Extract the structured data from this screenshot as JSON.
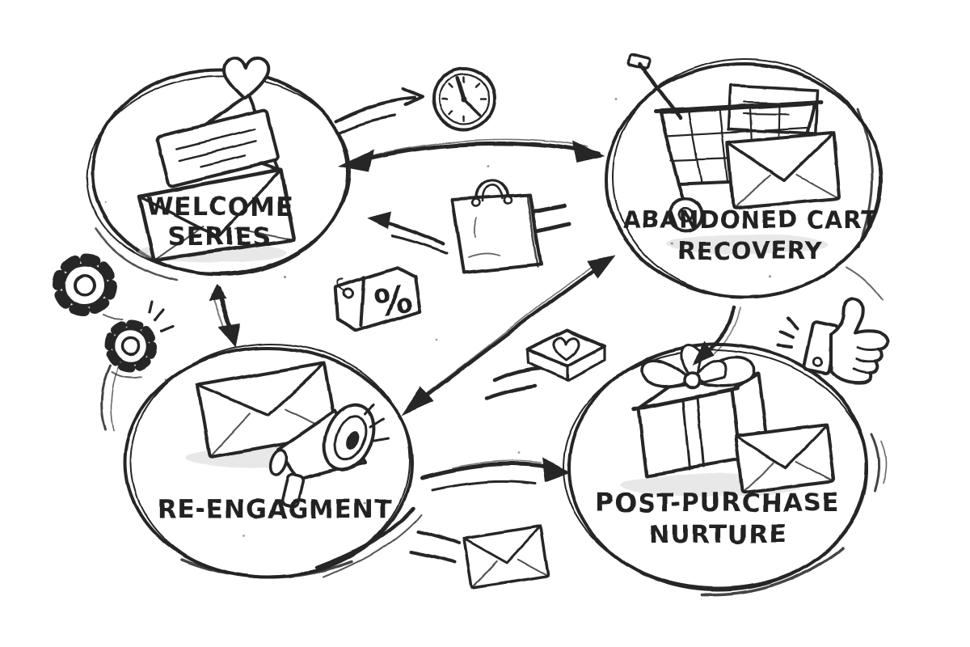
{
  "diagram": {
    "type": "flow-diagram",
    "style": "hand-drawn-sketch",
    "background_color": "#ffffff",
    "ink_color": "#252525",
    "shade_color": "#c8c8c8",
    "nodes": [
      {
        "id": "welcome-series",
        "lines": [
          "WELCOME",
          "SERIES"
        ],
        "icons": [
          "open-envelope-icon",
          "letter-icon",
          "heart-icon"
        ]
      },
      {
        "id": "abandoned-cart-recovery",
        "lines": [
          "ABANDONED CART",
          "RECOVERY"
        ],
        "icons": [
          "shopping-cart-icon",
          "envelope-icon"
        ]
      },
      {
        "id": "re-engagement",
        "lines": [
          "RE-ENGAGMENT"
        ],
        "icons": [
          "envelope-icon",
          "megaphone-icon"
        ]
      },
      {
        "id": "post-purchase-nurture",
        "lines": [
          "POST-PURCHASE",
          "NURTURE"
        ],
        "icons": [
          "gift-box-icon",
          "envelope-icon"
        ]
      }
    ],
    "decorations": {
      "discount_tag_label": "%",
      "items": [
        "heart-icon",
        "clock-icon",
        "shopping-bag-icon",
        "discount-tag-icon",
        "gear-icon",
        "gear-icon",
        "gift-heart-box-icon",
        "thumbs-up-icon",
        "flying-envelope-icon",
        "motion-dashes",
        "sparkle-dashes"
      ]
    },
    "connectors": [
      {
        "from": "welcome-series",
        "to": "abandoned-cart-recovery",
        "style": "double-headed-arc"
      },
      {
        "from": "welcome-series",
        "to": "re-engagement",
        "style": "double-headed-vertical"
      },
      {
        "from": "re-engagement",
        "to": "abandoned-cart-recovery",
        "style": "double-headed-diagonal"
      },
      {
        "from": "abandoned-cart-recovery",
        "to": "post-purchase-nurture",
        "style": "curved-down-arrow"
      },
      {
        "from": "re-engagement",
        "to": "post-purchase-nurture",
        "style": "curved-right-arrow"
      },
      {
        "from": "center",
        "to": "welcome-series",
        "style": "left-arrow"
      },
      {
        "from": "welcome-series",
        "to": "clock",
        "style": "small-right-arrow"
      }
    ]
  }
}
